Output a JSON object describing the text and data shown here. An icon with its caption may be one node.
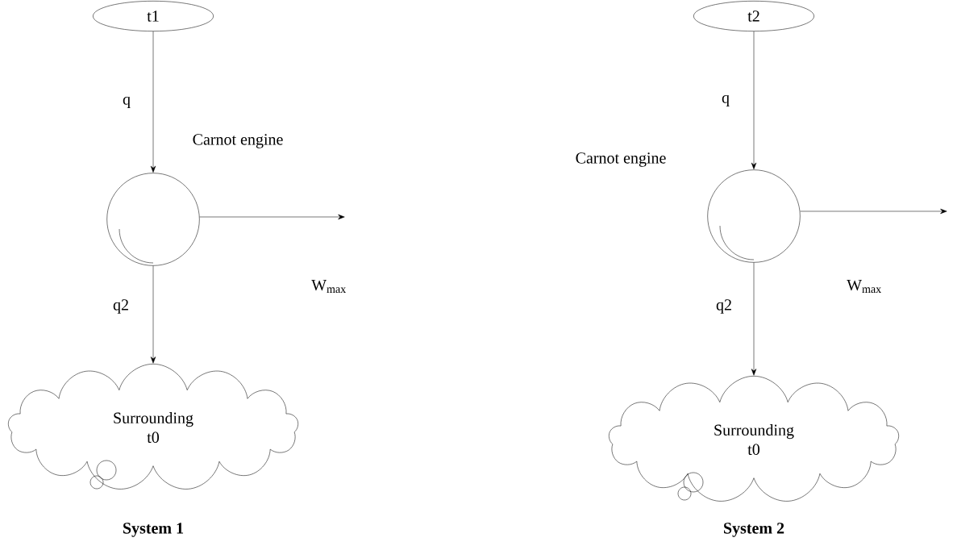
{
  "diagram": {
    "nodes": [
      {
        "text": [
          "t1"
        ]
      },
      {
        "text": [],
        "shape": "circle",
        "beside": [
          "Carnot engine"
        ]
      },
      {
        "text": [
          "Surrounding t0"
        ]
      },
      {
        "text": [
          "t2"
        ]
      },
      {
        "text": [],
        "shape": "circle",
        "beside": [
          "Carnot engine"
        ]
      },
      {
        "text": [
          "Surrounding t0"
        ]
      }
    ],
    "edges": [
      {
        "from": 0,
        "to": 1,
        "arrow": "to",
        "label": "q"
      },
      {
        "from": 1,
        "to": null,
        "arrow": "to",
        "label": "W$_{max}$"
      },
      {
        "from": 1,
        "to": 2,
        "arrow": "to",
        "label": "q2"
      },
      {
        "from": 3,
        "to": 4,
        "arrow": "to",
        "label": "q"
      },
      {
        "from": 4,
        "to": null,
        "arrow": "to",
        "label": "W$_{max}$"
      },
      {
        "from": 4,
        "to": 5,
        "arrow": "to",
        "label": "q2"
      }
    ],
    "labels": [
      "System 1",
      "System 2"
    ]
  }
}
